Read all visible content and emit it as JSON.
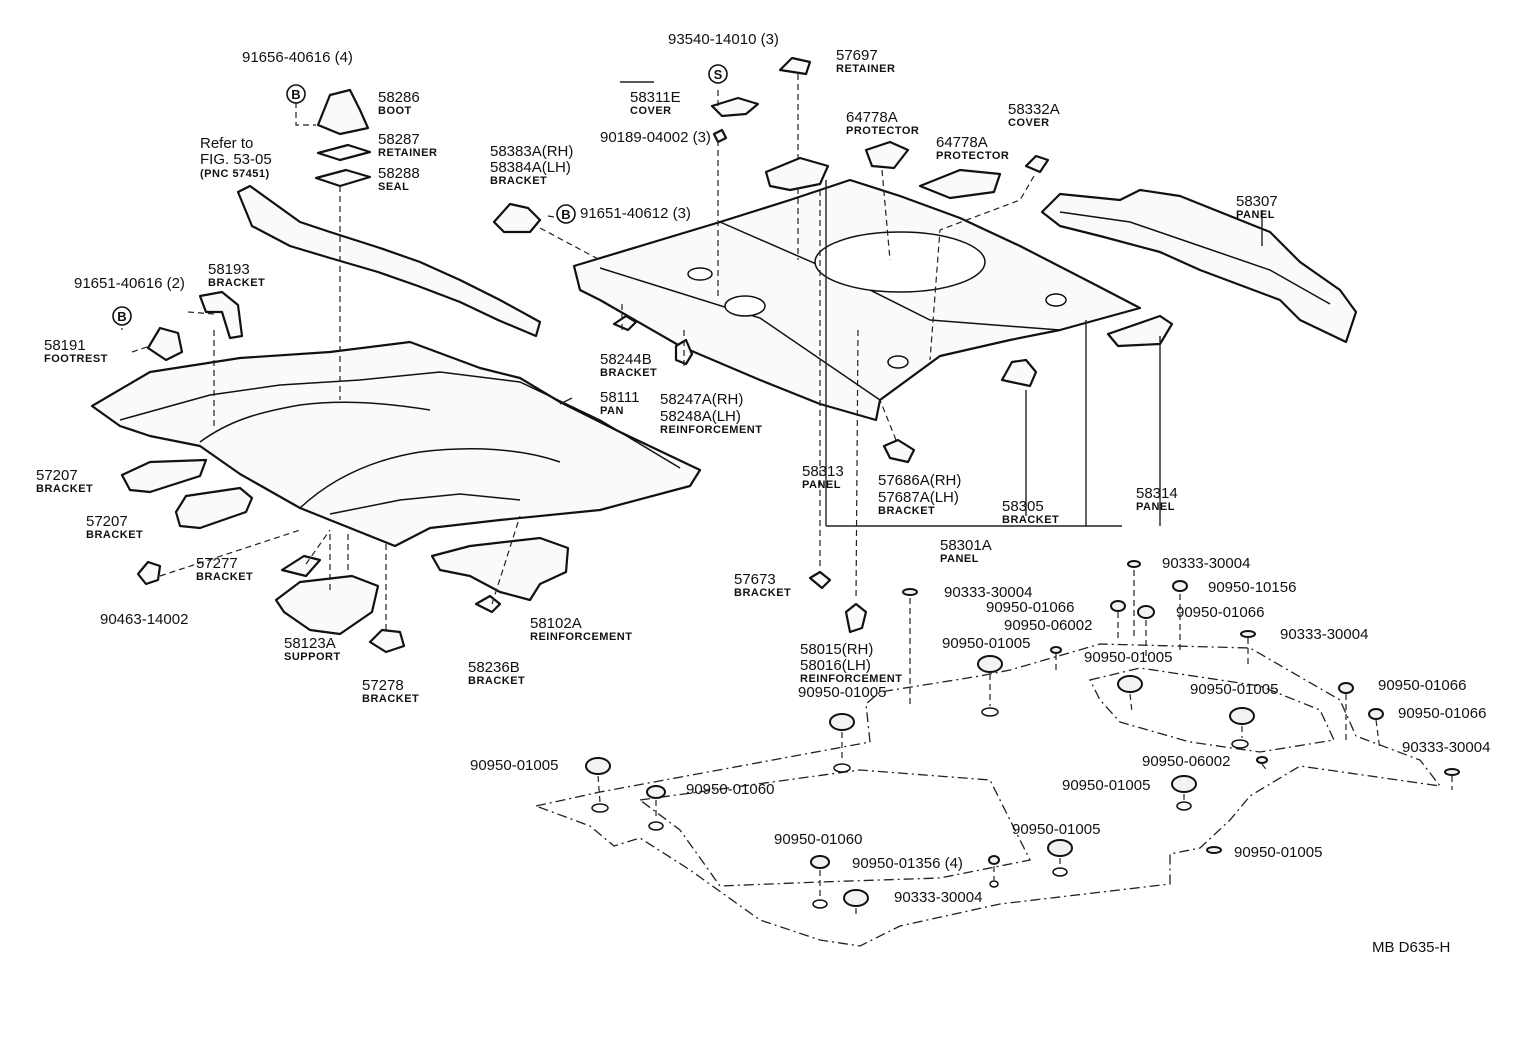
{
  "diagram_code": "MB D635-H",
  "ref_note": {
    "line1": "Refer to",
    "line2": "FIG. 53-05",
    "line3": "(PNC 57451)"
  },
  "symbols": {
    "b": "B",
    "s": "S"
  },
  "parts": [
    {
      "id": "p91656",
      "pn": "91656-40616 (4)",
      "name": ""
    },
    {
      "id": "p58286",
      "pn": "58286",
      "name": "BOOT"
    },
    {
      "id": "p58287",
      "pn": "58287",
      "name": "RETAINER"
    },
    {
      "id": "p58288",
      "pn": "58288",
      "name": "SEAL"
    },
    {
      "id": "p93540",
      "pn": "93540-14010 (3)",
      "name": ""
    },
    {
      "id": "p57697",
      "pn": "57697",
      "name": "RETAINER"
    },
    {
      "id": "p58311E",
      "pn": "58311E",
      "name": "COVER"
    },
    {
      "id": "p90189",
      "pn": "90189-04002 (3)",
      "name": ""
    },
    {
      "id": "p58383A",
      "pn": "58383A(RH)",
      "name": ""
    },
    {
      "id": "p58384A",
      "pn": "58384A(LH)",
      "name": "BRACKET"
    },
    {
      "id": "p91651b",
      "pn": "91651-40612 (3)",
      "name": ""
    },
    {
      "id": "p64778A1",
      "pn": "64778A",
      "name": "PROTECTOR"
    },
    {
      "id": "p64778A2",
      "pn": "64778A",
      "name": "PROTECTOR"
    },
    {
      "id": "p58332A",
      "pn": "58332A",
      "name": "COVER"
    },
    {
      "id": "p58307",
      "pn": "58307",
      "name": "PANEL"
    },
    {
      "id": "p91651a",
      "pn": "91651-40616 (2)",
      "name": ""
    },
    {
      "id": "p58193",
      "pn": "58193",
      "name": "BRACKET"
    },
    {
      "id": "p58191",
      "pn": "58191",
      "name": "FOOTREST"
    },
    {
      "id": "p58111",
      "pn": "58111",
      "name": "PAN"
    },
    {
      "id": "p58244B",
      "pn": "58244B",
      "name": "BRACKET"
    },
    {
      "id": "p58247A",
      "pn": "58247A(RH)",
      "name": ""
    },
    {
      "id": "p58248A",
      "pn": "58248A(LH)",
      "name": "REINFORCEMENT"
    },
    {
      "id": "p57207a",
      "pn": "57207",
      "name": "BRACKET"
    },
    {
      "id": "p57207b",
      "pn": "57207",
      "name": "BRACKET"
    },
    {
      "id": "p58313",
      "pn": "58313",
      "name": "PANEL"
    },
    {
      "id": "p57686A",
      "pn": "57686A(RH)",
      "name": ""
    },
    {
      "id": "p57687A",
      "pn": "57687A(LH)",
      "name": "BRACKET"
    },
    {
      "id": "p58305",
      "pn": "58305",
      "name": "BRACKET"
    },
    {
      "id": "p58314",
      "pn": "58314",
      "name": "PANEL"
    },
    {
      "id": "p58301A",
      "pn": "58301A",
      "name": "PANEL"
    },
    {
      "id": "p57277",
      "pn": "57277",
      "name": "BRACKET"
    },
    {
      "id": "p90463",
      "pn": "90463-14002",
      "name": ""
    },
    {
      "id": "p58123A",
      "pn": "58123A",
      "name": "SUPPORT"
    },
    {
      "id": "p57278",
      "pn": "57278",
      "name": "BRACKET"
    },
    {
      "id": "p58236B",
      "pn": "58236B",
      "name": "BRACKET"
    },
    {
      "id": "p58102A",
      "pn": "58102A",
      "name": "REINFORCEMENT"
    },
    {
      "id": "p57673",
      "pn": "57673",
      "name": "BRACKET"
    },
    {
      "id": "p58015",
      "pn": "58015(RH)",
      "name": ""
    },
    {
      "id": "p58016",
      "pn": "58016(LH)",
      "name": "REINFORCEMENT"
    },
    {
      "id": "g1",
      "pn": "90333-30004",
      "name": ""
    },
    {
      "id": "g2",
      "pn": "90950-10156",
      "name": ""
    },
    {
      "id": "g3",
      "pn": "90333-30004",
      "name": ""
    },
    {
      "id": "g4",
      "pn": "90950-01066",
      "name": ""
    },
    {
      "id": "g5",
      "pn": "90950-01066",
      "name": ""
    },
    {
      "id": "g6",
      "pn": "90950-06002",
      "name": ""
    },
    {
      "id": "g7",
      "pn": "90333-30004",
      "name": ""
    },
    {
      "id": "g8",
      "pn": "90950-01005",
      "name": ""
    },
    {
      "id": "g9",
      "pn": "90950-01005",
      "name": ""
    },
    {
      "id": "g10",
      "pn": "90950-01005",
      "name": ""
    },
    {
      "id": "g11",
      "pn": "90950-01005",
      "name": ""
    },
    {
      "id": "g12",
      "pn": "90950-01066",
      "name": ""
    },
    {
      "id": "g13",
      "pn": "90950-01066",
      "name": ""
    },
    {
      "id": "g14",
      "pn": "90333-30004",
      "name": ""
    },
    {
      "id": "g15",
      "pn": "90950-06002",
      "name": ""
    },
    {
      "id": "g16",
      "pn": "90950-01005",
      "name": ""
    },
    {
      "id": "g17",
      "pn": "90950-01060",
      "name": ""
    },
    {
      "id": "g18",
      "pn": "90950-01005",
      "name": ""
    },
    {
      "id": "g19",
      "pn": "90950-01005",
      "name": ""
    },
    {
      "id": "g20",
      "pn": "90950-01060",
      "name": ""
    },
    {
      "id": "g21",
      "pn": "90950-01356 (4)",
      "name": ""
    },
    {
      "id": "g22",
      "pn": "90950-01005",
      "name": ""
    },
    {
      "id": "g23",
      "pn": "90333-30004",
      "name": ""
    }
  ]
}
